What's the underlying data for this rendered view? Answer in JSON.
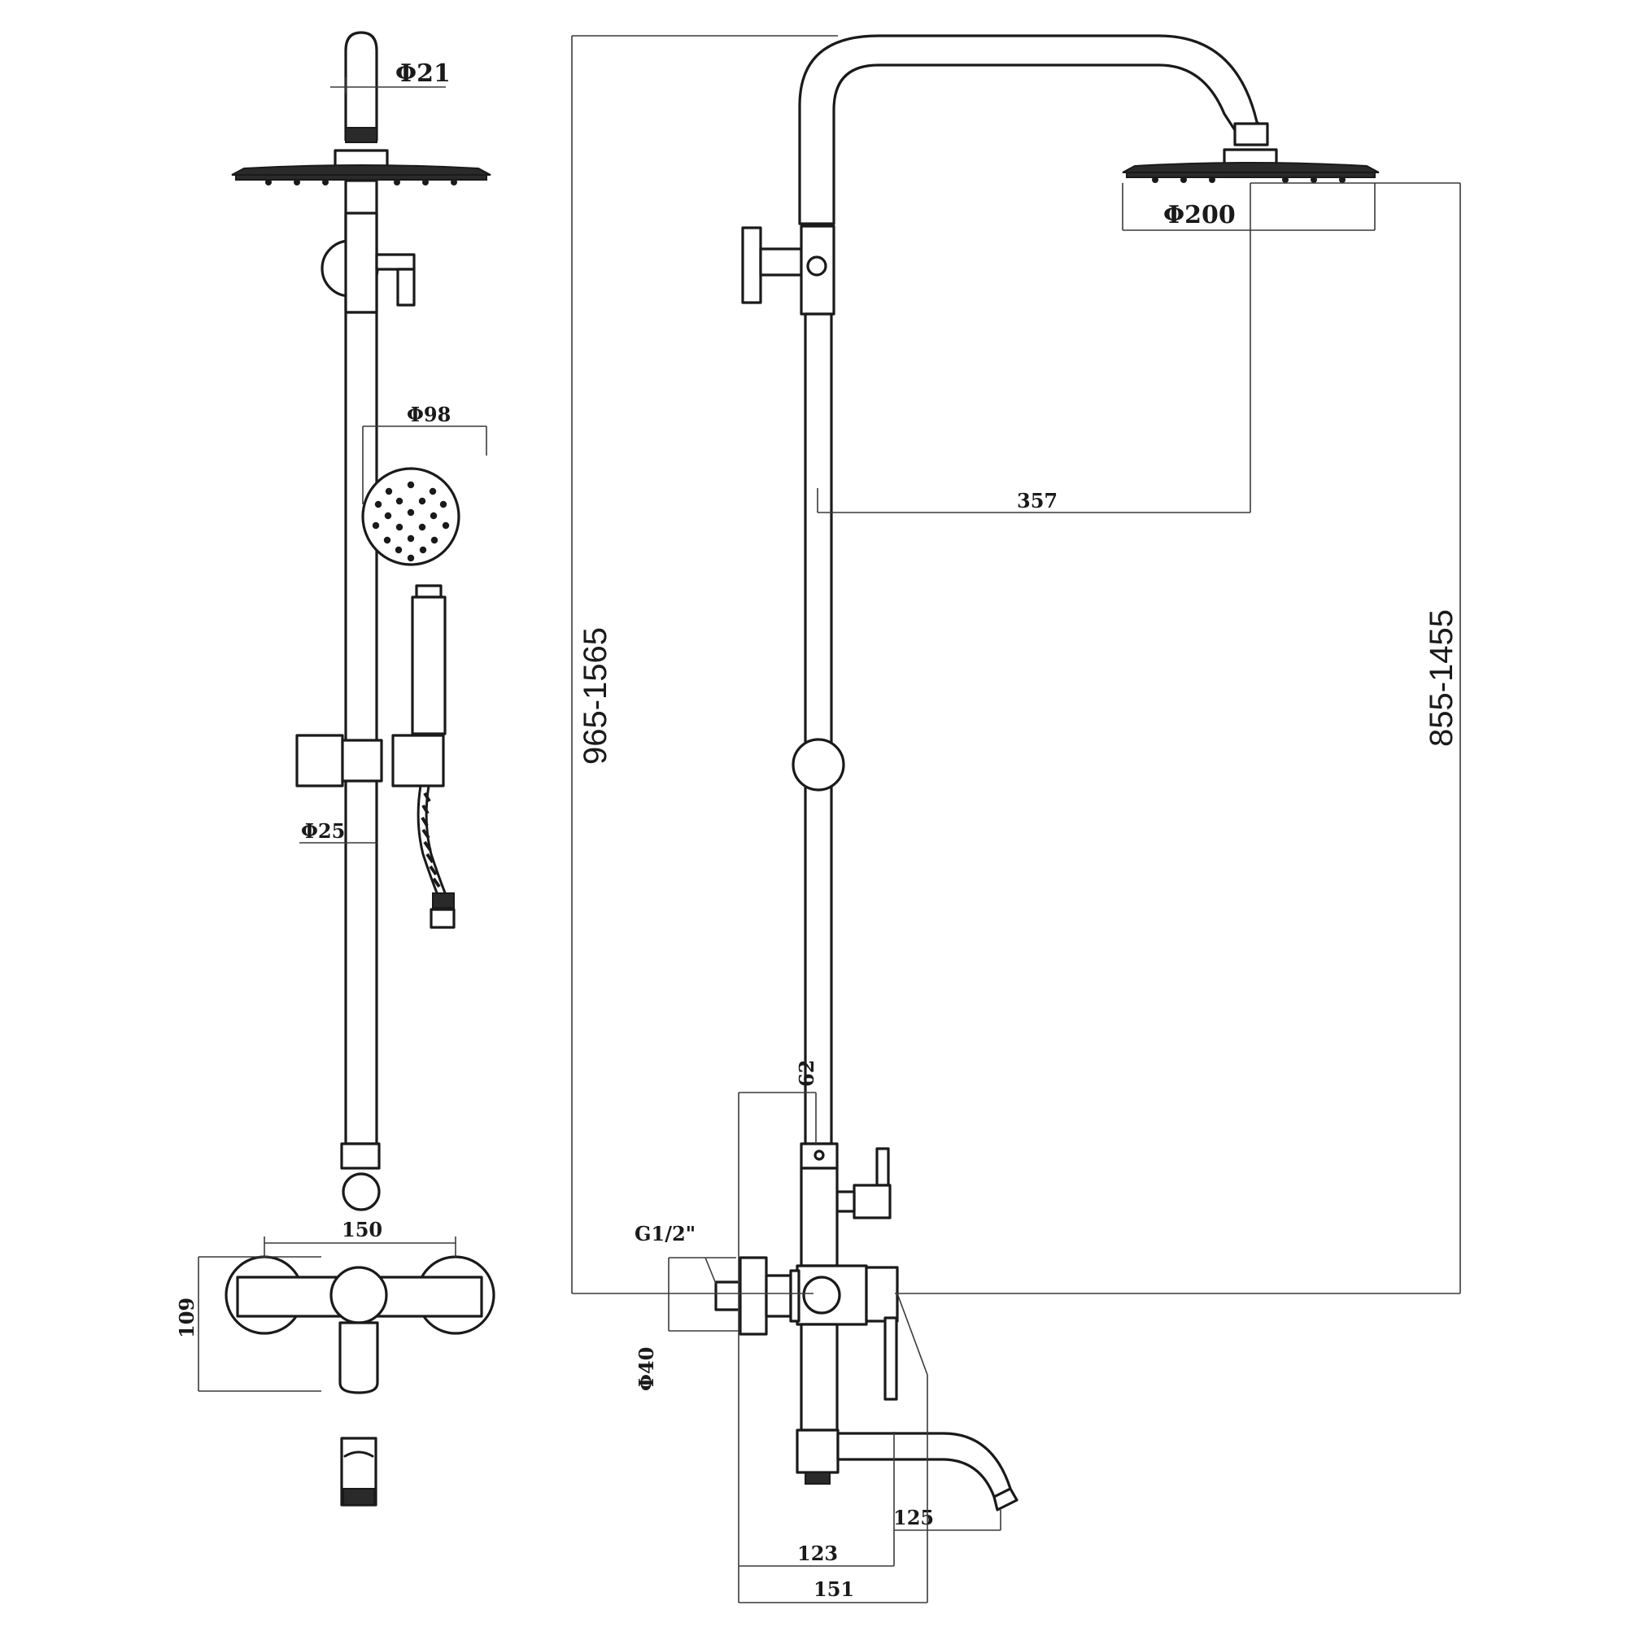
{
  "dimensions": {
    "top_arm_dia": "Φ21",
    "handshower_dia": "Φ98",
    "riser_dia": "Φ25",
    "mixer_centers": "150",
    "mixer_height": "109",
    "adjustable_height_total": "965-1565",
    "overhead_outreach": "357",
    "rain_head_dia": "Φ200",
    "adjustable_height_head": "855-1455",
    "diverter_offset": "62",
    "inlet_thread": "G1/2\"",
    "inlet_dia": "Φ40",
    "spout_length": "123",
    "handle_projection": "125",
    "total_depth": "151"
  },
  "colors": {
    "line": "#1a1a1a",
    "dimension_line": "#3a3a3a",
    "background": "#ffffff"
  }
}
